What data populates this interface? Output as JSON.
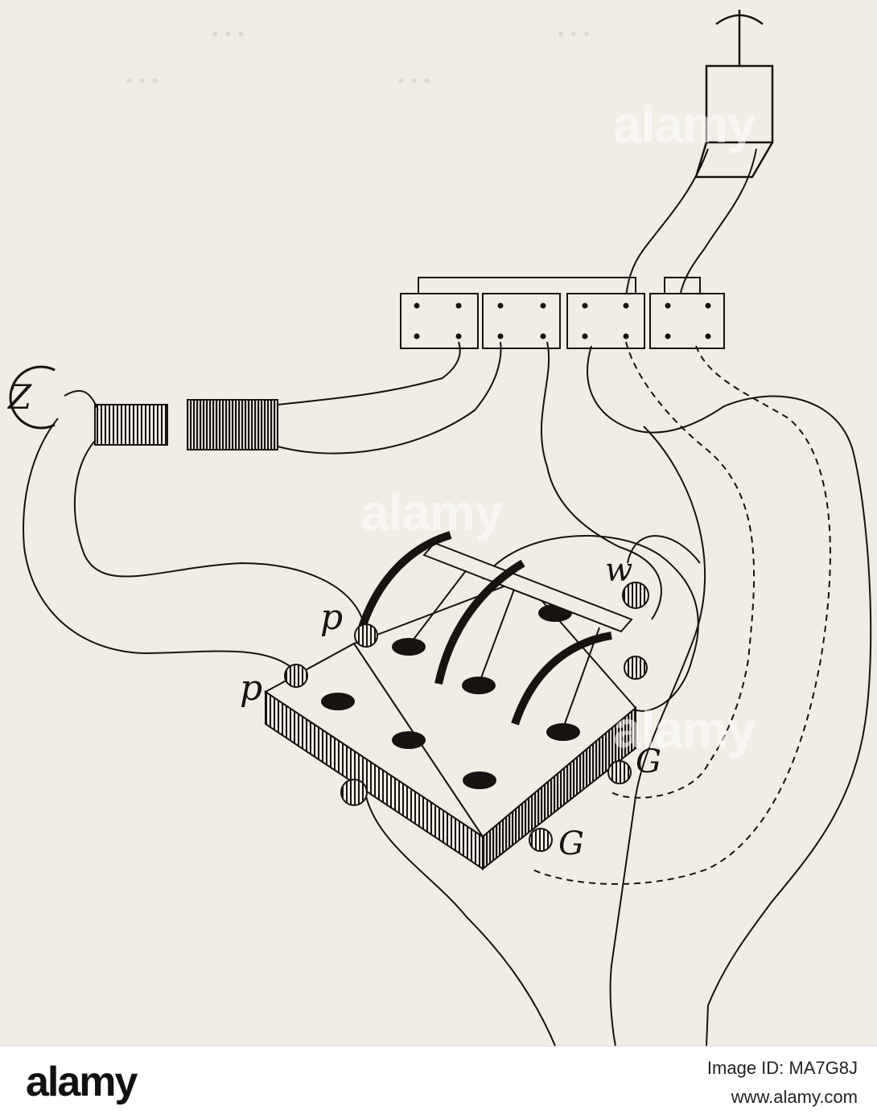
{
  "diagram": {
    "labels": {
      "p_upper": "p",
      "p_lower": "p",
      "w": "w",
      "g_upper": "G",
      "g_lower": "G"
    },
    "zinc_symbol": "Z"
  },
  "watermark": {
    "text": "alamy"
  },
  "footer": {
    "logo": "alamy",
    "image_id": "Image ID: MA7G8J",
    "url": "www.alamy.com"
  },
  "colors": {
    "ink": "#161310",
    "paper": "#f1ece4",
    "footer_bg": "#ffffff"
  }
}
